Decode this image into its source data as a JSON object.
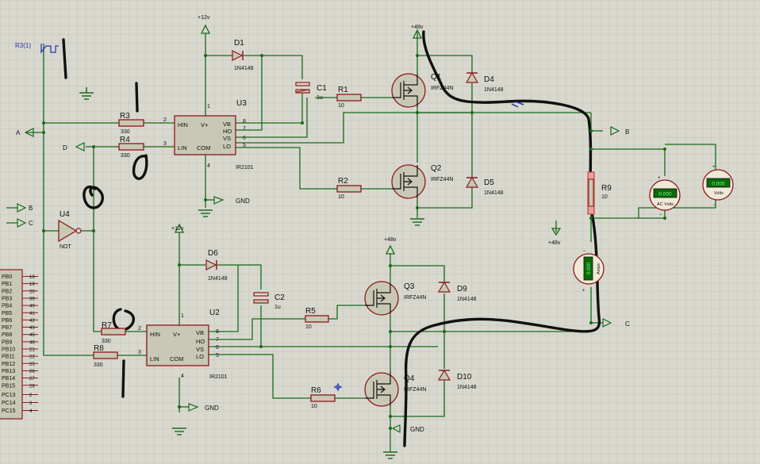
{
  "colors": {
    "background": "#d8d8cf",
    "grid": "#c3c3b8",
    "wire": "#1a6a1a",
    "component": "#8b1a1a",
    "ic_fill": "#c8c8b4",
    "ink": "#111111",
    "probe_blue": "#2030b0",
    "meter_fill": "#f0e9d8",
    "meter_lcd": "#0a6a0a"
  },
  "labels": {
    "probe": "R3(1)",
    "v12_top": "+12v",
    "v12_bottom": "+12v",
    "v48_q1": "+48v",
    "v48_q3": "+48v",
    "v48_arrow": "+48v",
    "gnd_u3": "GND",
    "gnd_u2": "GND",
    "gnd_q4": "GND",
    "port_a": "A",
    "port_d": "D",
    "port_b_left": "B",
    "port_c_left": "C",
    "port_b_right": "B",
    "port_c_right": "C"
  },
  "u3": {
    "name": "U3",
    "type": "IR2101",
    "hin": "HIN",
    "vcc": "V+",
    "lin": "LIN",
    "com": "COM",
    "vb": "VB",
    "ho": "HO",
    "vs": "VS",
    "lo": "LO",
    "p1": "1",
    "p2": "2",
    "p3": "3",
    "p4": "4",
    "p5": "5",
    "p6": "6",
    "p7": "7",
    "p8": "8"
  },
  "u2": {
    "name": "U2",
    "type": "IR2101",
    "hin": "HIN",
    "vcc": "V+",
    "lin": "LIN",
    "com": "COM",
    "vb": "VB",
    "ho": "HO",
    "vs": "VS",
    "lo": "LO",
    "p1": "1",
    "p2": "2",
    "p3": "3",
    "p4": "4",
    "p5": "5",
    "p6": "6",
    "p7": "7",
    "p8": "8"
  },
  "u4": {
    "name": "U4",
    "type": "NOT"
  },
  "resistors": {
    "r1": {
      "name": "R1",
      "value": "10"
    },
    "r2": {
      "name": "R2",
      "value": "10"
    },
    "r3": {
      "name": "R3",
      "value": "330"
    },
    "r4": {
      "name": "R4",
      "value": "330"
    },
    "r5": {
      "name": "R5",
      "value": "10"
    },
    "r6": {
      "name": "R6",
      "value": "10"
    },
    "r7": {
      "name": "R7",
      "value": "330"
    },
    "r8": {
      "name": "R8",
      "value": "330"
    },
    "r9": {
      "name": "R9",
      "value": "10"
    }
  },
  "capacitors": {
    "c1": {
      "name": "C1",
      "value": "1u"
    },
    "c2": {
      "name": "C2",
      "value": "1u"
    }
  },
  "diodes": {
    "d1": {
      "name": "D1",
      "type": "1N4148"
    },
    "d4": {
      "name": "D4",
      "type": "1N4148"
    },
    "d5": {
      "name": "D5",
      "type": "1N4148"
    },
    "d6": {
      "name": "D6",
      "type": "1N4148"
    },
    "d9": {
      "name": "D9",
      "type": "1N4148"
    },
    "d10": {
      "name": "D10",
      "type": "1N4148"
    }
  },
  "mosfets": {
    "q1": {
      "name": "Q1",
      "type": "IRFZ44N"
    },
    "q2": {
      "name": "Q2",
      "type": "IRFZ44N"
    },
    "q3": {
      "name": "Q3",
      "type": "IRFZ44N"
    },
    "q4": {
      "name": "Q4",
      "type": "IRFZ44N"
    }
  },
  "meters": {
    "ac_volts_1": {
      "label": "AC Volts",
      "reading": "0.000"
    },
    "volts_2": {
      "label": "Volts",
      "reading": "0.000"
    },
    "amps": {
      "label": "Amps",
      "reading": "0.000"
    }
  },
  "mcu_pins": {
    "port_b": [
      {
        "name": "PB0",
        "num": "18"
      },
      {
        "name": "PB1",
        "num": "19"
      },
      {
        "name": "PB2",
        "num": "20"
      },
      {
        "name": "PB3",
        "num": "39"
      },
      {
        "name": "PB4",
        "num": "40"
      },
      {
        "name": "PB5",
        "num": "41"
      },
      {
        "name": "PB6",
        "num": "42"
      },
      {
        "name": "PB7",
        "num": "43"
      },
      {
        "name": "PB8",
        "num": "45"
      },
      {
        "name": "PB9",
        "num": "46"
      },
      {
        "name": "PB10",
        "num": "21"
      },
      {
        "name": "PB11",
        "num": "22"
      },
      {
        "name": "PB12",
        "num": "25"
      },
      {
        "name": "PB13",
        "num": "26"
      },
      {
        "name": "PB14",
        "num": "27"
      },
      {
        "name": "PB15",
        "num": "28"
      }
    ],
    "port_c": [
      {
        "name": "PC13",
        "num": "2"
      },
      {
        "name": "PC14",
        "num": "3"
      },
      {
        "name": "PC15",
        "num": "4"
      }
    ]
  }
}
